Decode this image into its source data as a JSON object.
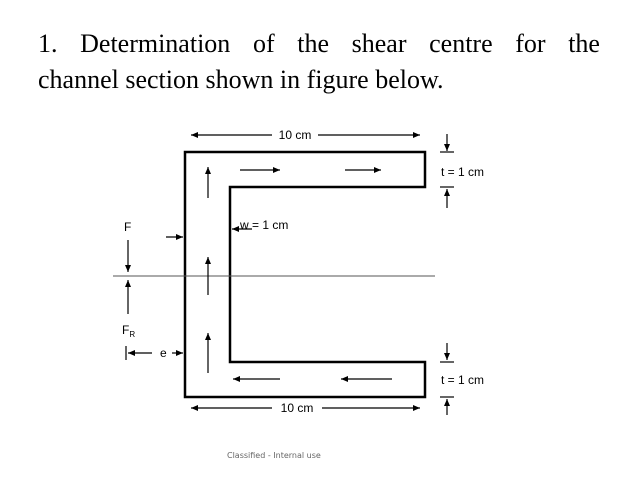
{
  "heading": {
    "words": [
      "1.",
      "Determination",
      "of",
      "the",
      "shear",
      "centre",
      "for",
      "the"
    ],
    "line2": "channel section shown in figure below."
  },
  "figure": {
    "top_width_label": "10 cm",
    "bottom_width_label": "10 cm",
    "top_thickness_label": "t = 1 cm",
    "bottom_thickness_label": "t = 1 cm",
    "web_thickness_label": "w = 1 cm",
    "force_label": "F",
    "reaction_label_main": "F",
    "reaction_label_sub": "R",
    "eccentricity_label": "e"
  },
  "footer": {
    "classification": "Classified - Internal use"
  }
}
